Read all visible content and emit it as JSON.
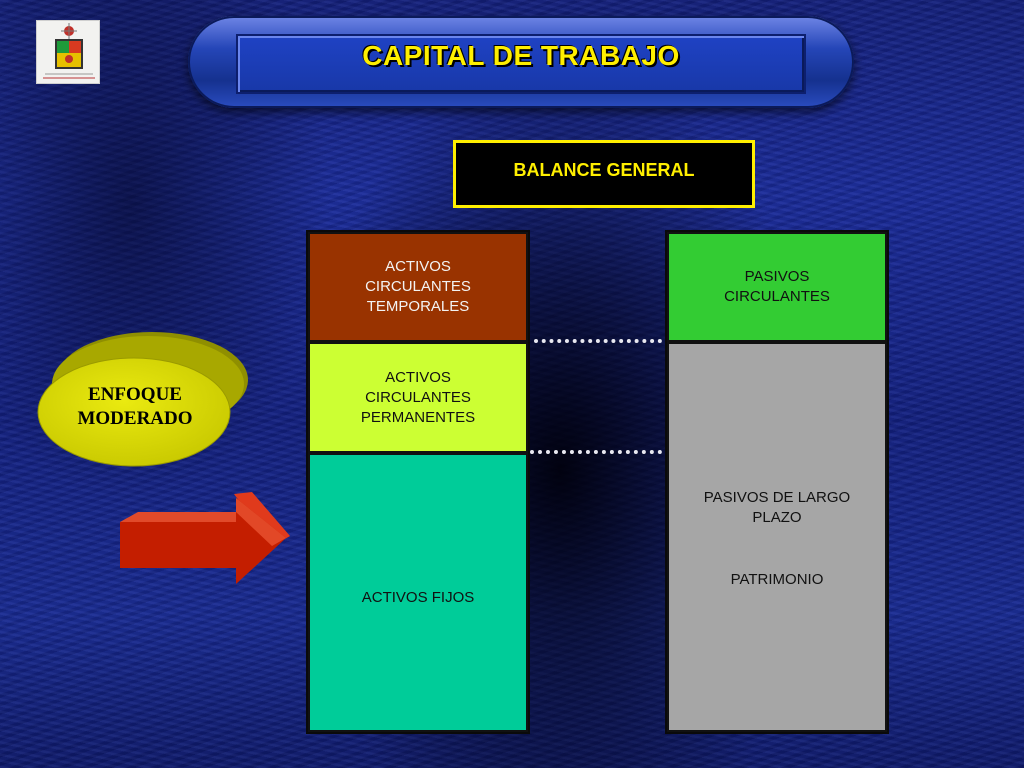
{
  "slide": {
    "title": "CAPITAL DE TRABAJO",
    "subtitle": "BALANCE GENERAL"
  },
  "logo": {
    "icon": "coat-of-arms-icon"
  },
  "approach": {
    "label_line1": "ENFOQUE",
    "label_line2": "MODERADO"
  },
  "assets": {
    "temporales": [
      "ACTIVOS",
      "CIRCULANTES",
      "TEMPORALES"
    ],
    "permanentes": [
      "ACTIVOS",
      "CIRCULANTES",
      "PERMANENTES"
    ],
    "fijos": "ACTIVOS FIJOS"
  },
  "liabilities": {
    "circulantes": [
      "PASIVOS",
      "CIRCULANTES"
    ],
    "largo_plazo": [
      "PASIVOS DE LARGO",
      "PLAZO"
    ],
    "patrimonio": "PATRIMONIO"
  },
  "colors": {
    "title_text": "#ffef00",
    "temporales": "#993300",
    "permanentes": "#ccff33",
    "fijos": "#00cc99",
    "pasivos_circulantes": "#33cc33",
    "largo_plazo": "#a6a6a6",
    "ellipse": "#d6d600",
    "arrow": "#cc2200"
  }
}
